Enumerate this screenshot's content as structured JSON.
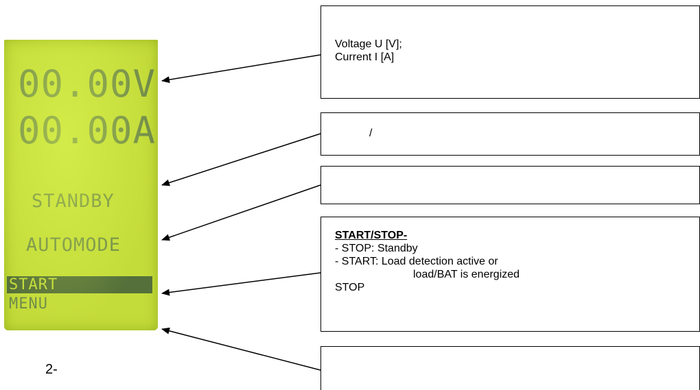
{
  "lcd": {
    "voltage": "00.00V",
    "current": "00.00A",
    "status": "STANDBY",
    "mode": "AUTOMODE",
    "menu_selected": "START",
    "menu_item": "MENU"
  },
  "callouts": [
    {
      "lines": [
        "Voltage U [V];",
        "Current I [A]"
      ]
    },
    {
      "lines": [
        "/"
      ]
    },
    {
      "lines": []
    },
    {
      "title": "START/STOP-",
      "lines": [
        "- STOP: Standby",
        "- START: Load detection active or",
        "load/BAT is energized",
        "STOP"
      ]
    },
    {
      "lines": []
    }
  ],
  "figure_label": "2-",
  "colors": {
    "lcd_bg": "#c4dc3a",
    "lcd_text": "#6f8a4a",
    "selection": "#55703a"
  }
}
